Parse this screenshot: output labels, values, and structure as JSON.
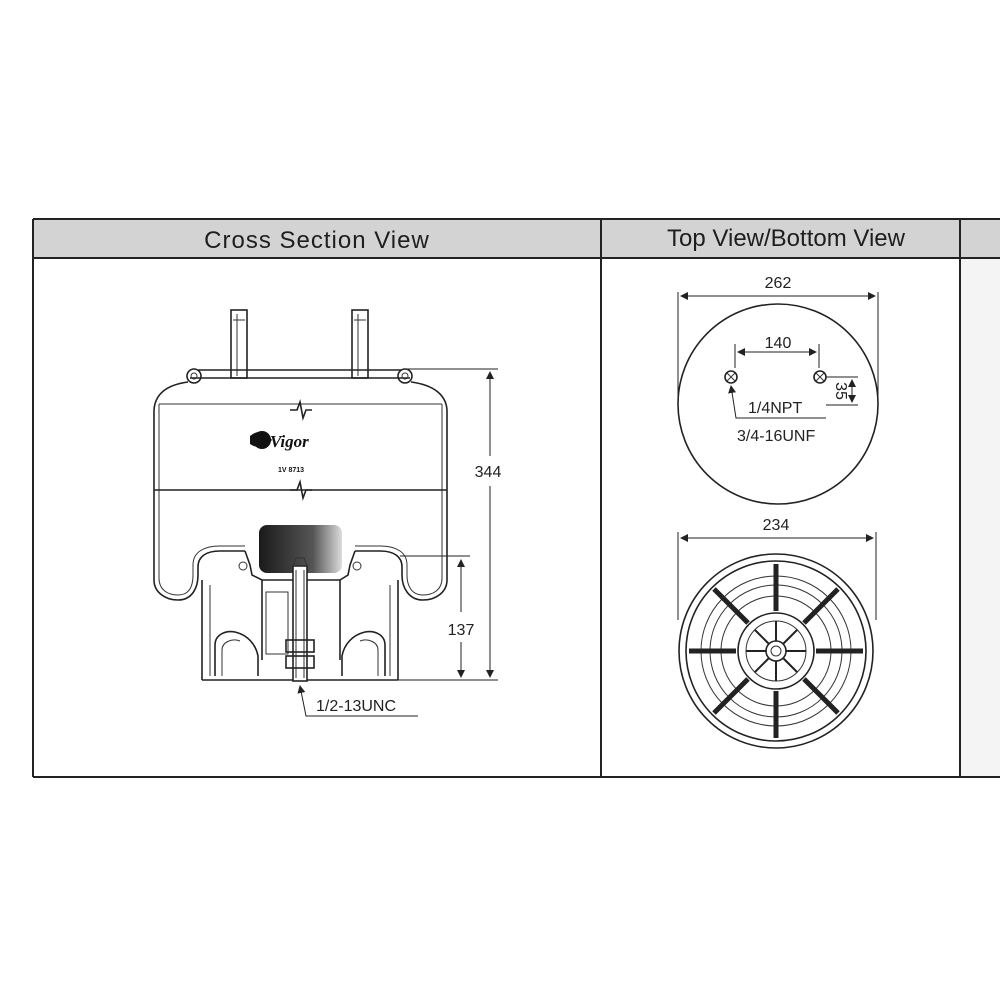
{
  "headers": {
    "cross_section": "Cross Section View",
    "top_bottom": "Top View/Bottom View"
  },
  "cross_section": {
    "logo": "Vigor",
    "part_number": "1V 8713",
    "height_total": "344",
    "height_piston": "137",
    "thread": "1/2-13UNC"
  },
  "top_view": {
    "diameter": "262",
    "stud_spacing": "140",
    "offset": "35",
    "port": "1/4NPT",
    "stud_thread": "3/4-16UNF"
  },
  "bottom_view": {
    "diameter": "234"
  },
  "colors": {
    "header_bg": "#d3d3d3",
    "line": "#222222",
    "panel_right": "#f4f4f4"
  }
}
